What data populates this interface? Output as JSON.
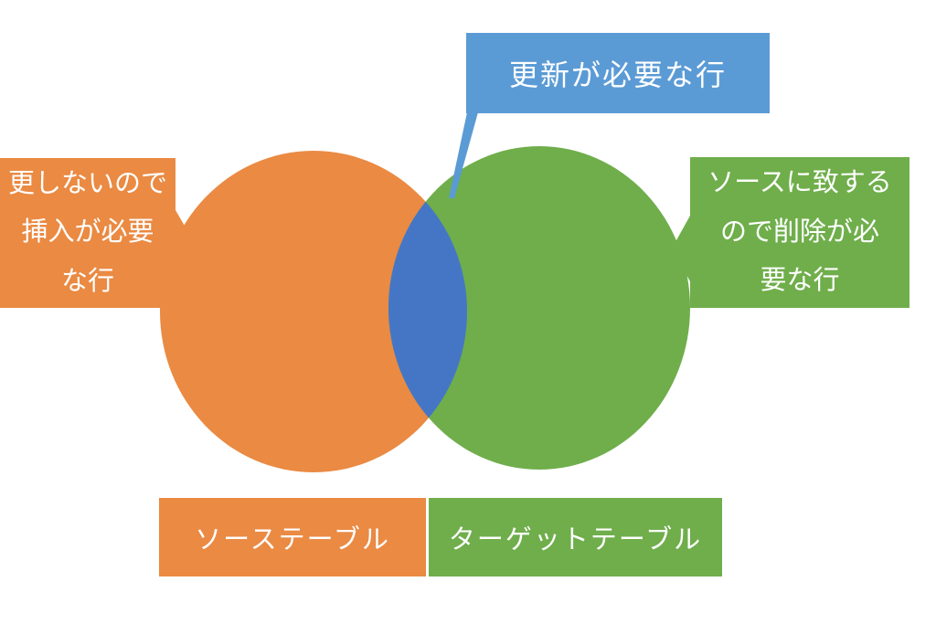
{
  "colors": {
    "source": "#EA8A43",
    "target": "#6FAE4B",
    "overlap": "#4576C6",
    "callout": "#5B9BD5",
    "text": "#FFFFFF"
  },
  "callouts": {
    "update": {
      "label": "更新が必要な行"
    },
    "insert": {
      "lines": [
        "更しないので",
        "挿入が必要",
        "な行"
      ]
    },
    "delete": {
      "lines": [
        "ソースに致する",
        "ので削除が必",
        "要な行"
      ]
    }
  },
  "legend": {
    "source_label": "ソーステーブル",
    "target_label": "ターゲットテーブル"
  }
}
